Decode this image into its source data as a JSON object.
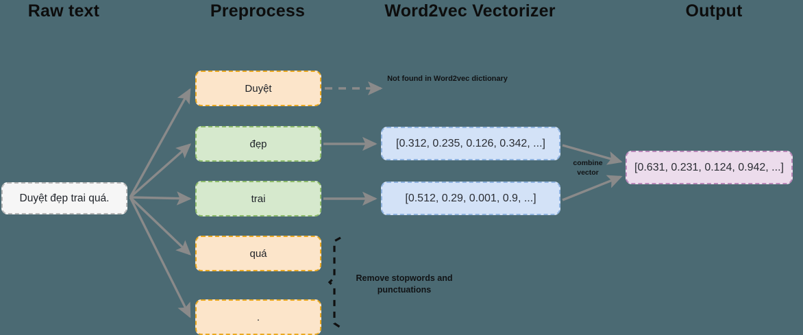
{
  "headings": [
    {
      "label": "Raw text"
    },
    {
      "label": "Preprocess"
    },
    {
      "label": "Word2vec Vectorizer"
    },
    {
      "label": "Output"
    }
  ],
  "raw_text": {
    "value": "Duyệt đẹp trai quá."
  },
  "tokens": [
    {
      "label": "Duyệt",
      "kind": "orange"
    },
    {
      "label": "đẹp",
      "kind": "green"
    },
    {
      "label": "trai",
      "kind": "green"
    },
    {
      "label": "quá",
      "kind": "orange"
    },
    {
      "label": ".",
      "kind": "orange"
    }
  ],
  "vectors": [
    {
      "value": "[0.312, 0.235, 0.126, 0.342, ...]"
    },
    {
      "value": "[0.512, 0.29, 0.001, 0.9, ...]"
    }
  ],
  "output": {
    "value": "[0.631, 0.231, 0.124, 0.942, ...]"
  },
  "annotations": {
    "not_found": "Not found in Word2vec dictionary",
    "combine": "combine vector",
    "remove": "Remove stopwords and punctuations"
  },
  "colors": {
    "background": "#4b6a73",
    "orange_fill": "#fce5ca",
    "orange_border": "#e9a820",
    "green_fill": "#d6e9cd",
    "green_border": "#8dbb6a",
    "blue_fill": "#d3e2f7",
    "blue_border": "#8fb3e0",
    "purple_fill": "#ecdcec",
    "purple_border": "#b887b8",
    "raw_fill": "#f6f6f6",
    "raw_border": "#b6b6b6",
    "arrow": "#8a8a8a",
    "text": "#20242a"
  }
}
